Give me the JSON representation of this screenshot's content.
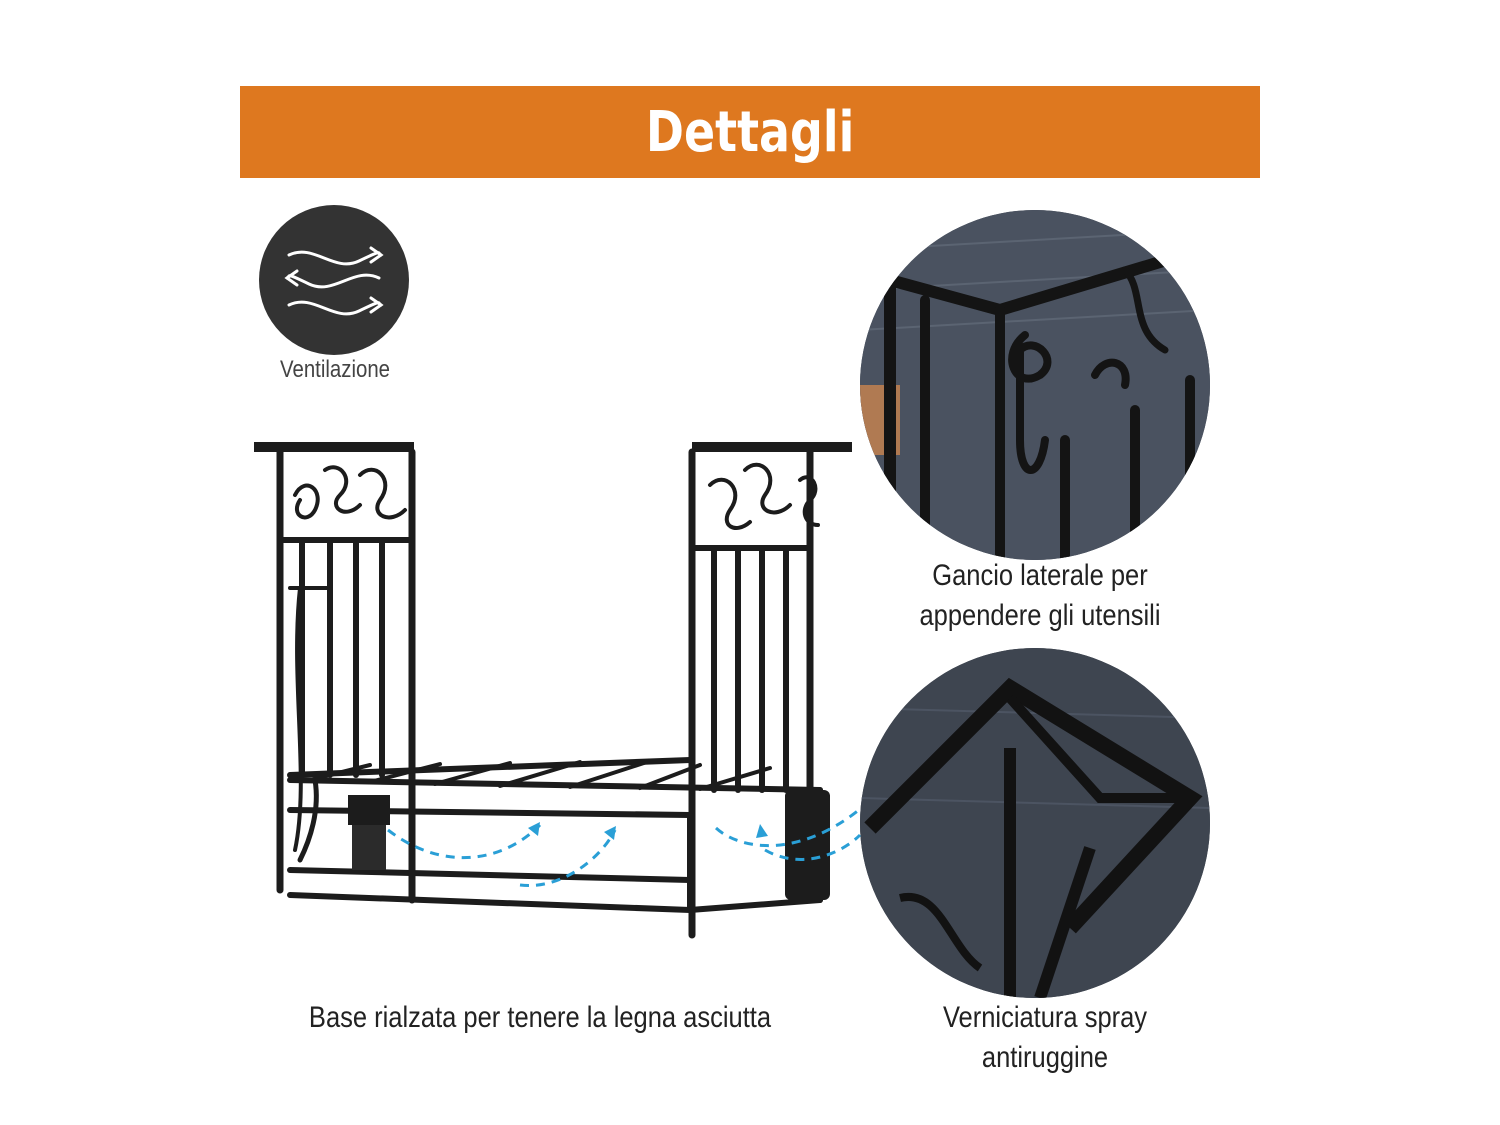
{
  "banner": {
    "title": "Dettagli",
    "color": "#de781f"
  },
  "ventilation": {
    "label": "Ventilazione",
    "icon": "airflow-arrows-icon"
  },
  "features": {
    "hook": {
      "caption_line1": "Gancio laterale per",
      "caption_line2": "appendere gli utensili"
    },
    "base": {
      "caption": "Base rialzata per tenere la legna asciutta"
    },
    "spray": {
      "caption": "Verniciatura spray antiruggine"
    }
  },
  "colors": {
    "frame": "#1c1c1c",
    "arrow": "#2a9fd6",
    "zoom_bg": "#3f4650"
  }
}
